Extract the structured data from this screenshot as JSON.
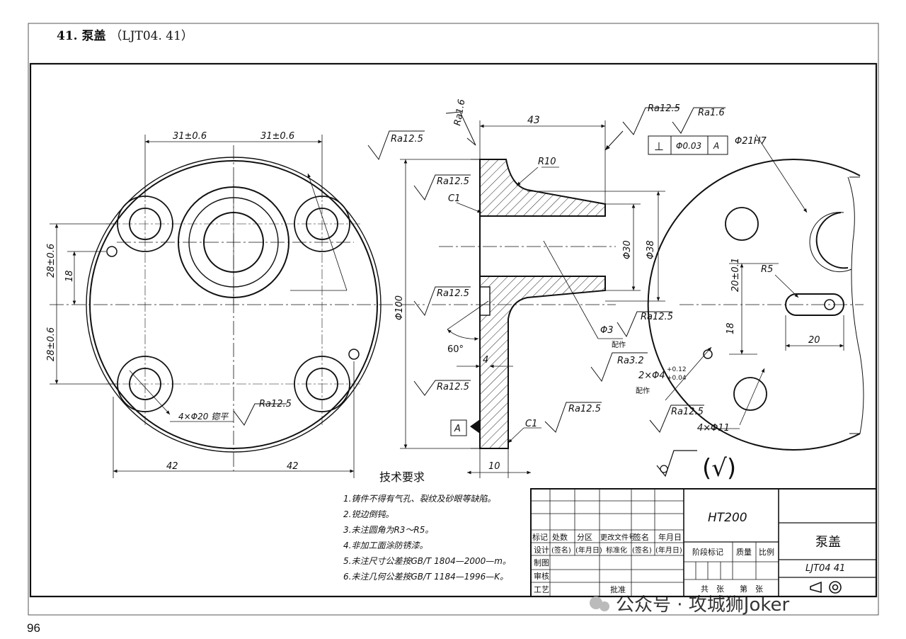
{
  "header": {
    "number": "41.",
    "title": "泵盖",
    "code": "（LJT04. 41）"
  },
  "page_number": "96",
  "front_view": {
    "dims": {
      "top_left": "31±0.6",
      "top_right": "31±0.6",
      "left_upper": "28±0.6",
      "left_inner": "18",
      "left_lower": "28±0.6",
      "bottom_left": "42",
      "bottom_right": "42"
    },
    "callout_holes": "4×Φ20 锪平",
    "roughness": "Ra12.5"
  },
  "section_view": {
    "dims": {
      "length": "43",
      "radius": "R10",
      "chamfer_top": "C1",
      "chamfer_bottom": "C1",
      "dia_bore": "Φ30",
      "dia_boss": "Φ38",
      "dia_flange": "Φ100",
      "angle": "60°",
      "thickness": "4",
      "flange_width": "10",
      "hole_dia": "Φ3",
      "hole_note": "配作"
    },
    "roughness": [
      "Ra1.6",
      "Ra12.5",
      "Ra12.5",
      "Ra12.5",
      "Ra12.5",
      "Ra12.5",
      "Ra12.5",
      "Ra12.5",
      "Ra12.5"
    ],
    "datum": "A"
  },
  "tolerance_frame": {
    "symbol": "⊥",
    "value": "Φ0.03",
    "datum": "A"
  },
  "right_view": {
    "bore": "Φ21H7",
    "ra_bore": "Ra1.6",
    "ra_top": "Ra12.5",
    "slot_radius": "R5",
    "dim_vertical": "20±0.1",
    "dim_small": "18",
    "dim_slot": "20",
    "ra_pin": "Ra3.2",
    "pin_holes": "2×Φ4",
    "pin_tol_upper": "+0.12",
    "pin_tol_lower": "+0.04",
    "pin_note": "配作",
    "ra_holes": "Ra12.5",
    "holes": "4×Φ11"
  },
  "general_roughness": "(√)",
  "tech_requirements": {
    "title": "技术要求",
    "items": [
      "1.铸件不得有气孔、裂纹及砂眼等缺陷。",
      "2.锐边倒钝。",
      "3.未注圆角为R3～R5。",
      "4.非加工面涂防锈漆。",
      "5.未注尺寸公差按GB/T 1804—2000—m。",
      "6.未注几何公差按GB/T 1184—1996—K。"
    ]
  },
  "title_block": {
    "material": "HT200",
    "part_name": "泵盖",
    "drawing_no": "LJT04 41",
    "row_headers": [
      "标记",
      "处数",
      "分区",
      "更改文件号",
      "签名",
      "年月日"
    ],
    "row2": [
      "设计",
      "(签名)",
      "(年月日)",
      "标准化",
      "(签名)",
      "(年月日)"
    ],
    "left_labels": [
      "制图",
      "审核",
      "工艺"
    ],
    "approve": "批准",
    "stage": "阶段标记",
    "weight": "质量",
    "scale": "比例",
    "sheets_total": "共　张",
    "sheet_no": "第　张",
    "projection_symbol": "first-angle-projection-icon"
  },
  "watermark": "公众号 · 攻城狮Joker"
}
